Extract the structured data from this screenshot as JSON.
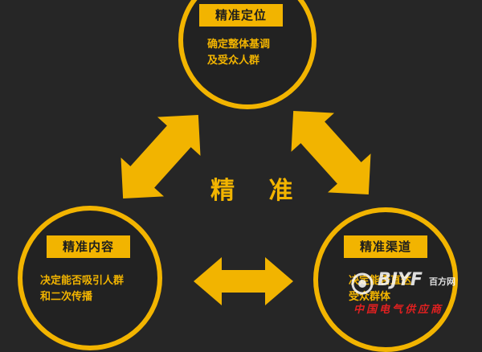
{
  "center_label": "精  准",
  "nodes": {
    "top": {
      "title": "精准定位",
      "desc_line1": "确定整体基调",
      "desc_line2": "及受众人群"
    },
    "left": {
      "title": "精准内容",
      "desc_line1": "决定能否吸引人群",
      "desc_line2": "和二次传播"
    },
    "right": {
      "title": "精准渠道",
      "desc_line1": "决定能否直达",
      "desc_line2": "受众群体"
    }
  },
  "watermark": {
    "logo": "BJYF",
    "logo_sub": "百方网",
    "caption": "中国电气供应商"
  },
  "colors": {
    "background": "#262626",
    "accent": "#f2b400",
    "watermark_red": "#e02020"
  },
  "icons": {
    "arrow": "double-headed-arrow-icon",
    "watermark": "bjyf-logo-icon"
  }
}
